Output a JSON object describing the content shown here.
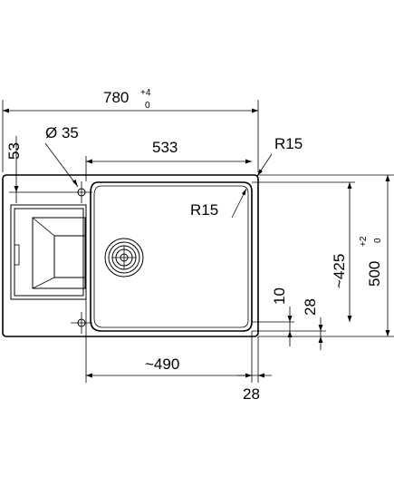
{
  "dimensions": {
    "overall_width": "780",
    "overall_width_tol_upper": "+4",
    "overall_width_tol_lower": "0",
    "tap_hole_dia": "Ø 35",
    "tap_offset": "53",
    "bowl_width": "533",
    "corner_radius_outer": "R15",
    "corner_radius_bowl": "R15",
    "bowl_depth": "~425",
    "overall_depth": "500",
    "overall_depth_tol_upper": "+2",
    "overall_depth_tol_lower": "0",
    "rim_10": "10",
    "rim_28_right": "28",
    "drainer_width": "~490",
    "rim_28_bottom": "28"
  }
}
